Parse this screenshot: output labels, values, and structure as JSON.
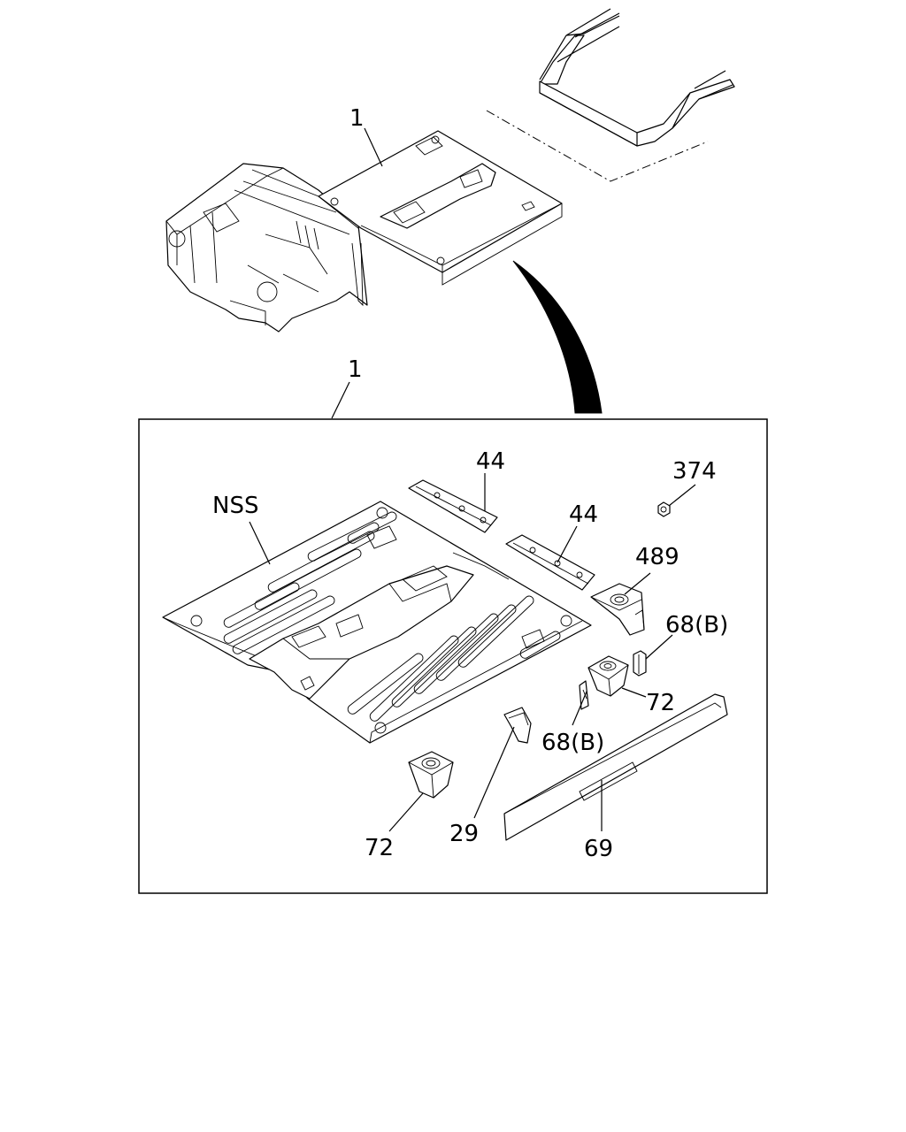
{
  "callouts": {
    "upper_assembly": "1",
    "kit_box": "1",
    "floor_panel": "NSS",
    "bracket_a": "44",
    "bracket_b": "44",
    "nut": "374",
    "reinforcement": "489",
    "spacer_right": "68(B)",
    "mount_right": "72",
    "spacer_center": "68(B)",
    "clip": "29",
    "mount_left": "72",
    "sill_strip": "69"
  }
}
